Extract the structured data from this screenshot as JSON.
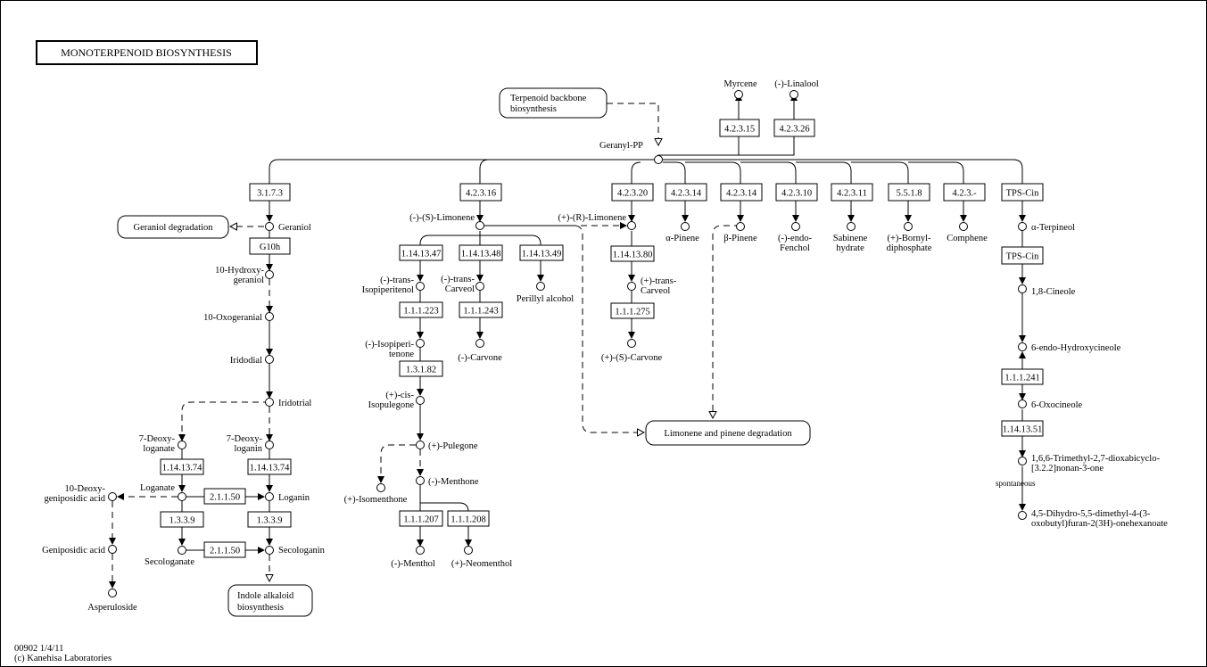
{
  "title": "MONOTERPENOID BIOSYNTHESIS",
  "footer": {
    "line1": "00902 1/4/11",
    "line2": "(c) Kanehisa Laboratories"
  },
  "maps": {
    "terpenoid_backbone": [
      "Terpenoid backbone",
      "biosynthesis"
    ],
    "geraniol_degradation": [
      "Geraniol degradation"
    ],
    "limonene_pinene": [
      "Limonene and pinene degradation"
    ],
    "indole_alkaloid": [
      "Indole alkaloid",
      "biosynthesis"
    ]
  },
  "enzymes": {
    "e_4_2_3_15": "4.2.3.15",
    "e_4_2_3_26": "4.2.3.26",
    "e_3_1_7_3": "3.1.7.3",
    "e_4_2_3_16": "4.2.3.16",
    "e_4_2_3_20": "4.2.3.20",
    "e_4_2_3_14a": "4.2.3.14",
    "e_4_2_3_14b": "4.2.3.14",
    "e_4_2_3_10": "4.2.3.10",
    "e_4_2_3_11": "4.2.3.11",
    "e_5_5_1_8": "5.5.1.8",
    "e_4_2_3_dash": "4.2.3.-",
    "e_tps_cin_1": "TPS-Cin",
    "e_tps_cin_2": "TPS-Cin",
    "e_g10h": "G10h",
    "e_1_14_13_47": "1.14.13.47",
    "e_1_14_13_48": "1.14.13.48",
    "e_1_14_13_49": "1.14.13.49",
    "e_1_14_13_80": "1.14.13.80",
    "e_1_1_1_223": "1.1.1.223",
    "e_1_1_1_243": "1.1.1.243",
    "e_1_1_1_275": "1.1.1.275",
    "e_1_3_1_82": "1.3.1.82",
    "e_1_1_1_207": "1.1.1.207",
    "e_1_1_1_208": "1.1.1.208",
    "e_1_14_13_74a": "1.14.13.74",
    "e_1_14_13_74b": "1.14.13.74",
    "e_2_1_1_50a": "2.1.1.50",
    "e_2_1_1_50b": "2.1.1.50",
    "e_1_3_3_9a": "1.3.3.9",
    "e_1_3_3_9b": "1.3.3.9",
    "e_1_1_1_241": "1.1.1.241",
    "e_1_14_13_51": "1.14.13.51"
  },
  "compounds": {
    "myrcene": [
      "Myrcene"
    ],
    "linalool": [
      "(-)-Linalool"
    ],
    "geranyl_pp": [
      "Geranyl-PP"
    ],
    "geraniol": [
      "Geraniol"
    ],
    "hydroxygeraniol": [
      "10-Hydroxy-",
      "geraniol"
    ],
    "oxogeranial": [
      "10-Oxogeranial"
    ],
    "iridodial": [
      "Iridodial"
    ],
    "iridotrial": [
      "Iridotrial"
    ],
    "deoxyloganate": [
      "7-Deoxy-",
      "loganate"
    ],
    "deoxyloganin": [
      "7-Deoxy-",
      "loganin"
    ],
    "deoxygeniposidic": [
      "10-Deoxy-",
      "geniposidic acid"
    ],
    "loganate": [
      "Loganate"
    ],
    "loganin": [
      "Loganin"
    ],
    "geniposidic": [
      "Geniposidic acid"
    ],
    "secologanate": [
      "Secologanate"
    ],
    "secologanin": [
      "Secologanin"
    ],
    "asperuloside": [
      "Asperuloside"
    ],
    "s_limonene": [
      "(-)-(S)-Limonene"
    ],
    "r_limonene": [
      "(+)-(R)-Limonene"
    ],
    "trans_isopiperitenol": [
      "(-)-trans-",
      "Isopiperitenol"
    ],
    "trans_carveol_minus": [
      "(-)-trans-",
      "Carveol"
    ],
    "perillyl": [
      "Perillyl alcohol"
    ],
    "isopiperitenone": [
      "(-)-Isopiperi-",
      "tenone"
    ],
    "carvone_minus": [
      "(-)-Carvone"
    ],
    "cis_isopulegone": [
      "(+)-cis-",
      "Isopulegone"
    ],
    "pulegone": [
      "(+)-Pulegone"
    ],
    "isomenthone": [
      "(+)-Isomenthone"
    ],
    "menthone": [
      "(-)-Menthone"
    ],
    "menthol": [
      "(-)-Menthol"
    ],
    "neomenthol": [
      "(+)-Neomenthol"
    ],
    "trans_carveol_plus": [
      "(+)-trans-",
      "Carveol"
    ],
    "carvone_plus": [
      "(+)-(S)-Carvone"
    ],
    "a_pinene": [
      "α-Pinene"
    ],
    "b_pinene": [
      "β-Pinene"
    ],
    "fenchol": [
      "(-)-endo-",
      "Fenchol"
    ],
    "sabinene": [
      "Sabinene",
      "hydrate"
    ],
    "bornyl": [
      "(+)-Bornyl-",
      "diphosphate"
    ],
    "comphene": [
      "Comphene"
    ],
    "a_terpineol": [
      "α-Terpineol"
    ],
    "cineole": [
      "1,8-Cineole"
    ],
    "hydroxycineole": [
      "6-endo-Hydroxycineole"
    ],
    "oxocineole": [
      "6-Oxocineole"
    ],
    "trimethyl": [
      "1,6,6-Trimethyl-2,7-dioxabicyclo-",
      "[3.2.2]nonan-3-one"
    ],
    "dihydro": [
      "4,5-Dihydro-5,5-dimethyl-4-(3-",
      "oxobutyl)furan-2(3H)-onehexanoate"
    ]
  },
  "labels": {
    "spontaneous": "spontaneous"
  }
}
